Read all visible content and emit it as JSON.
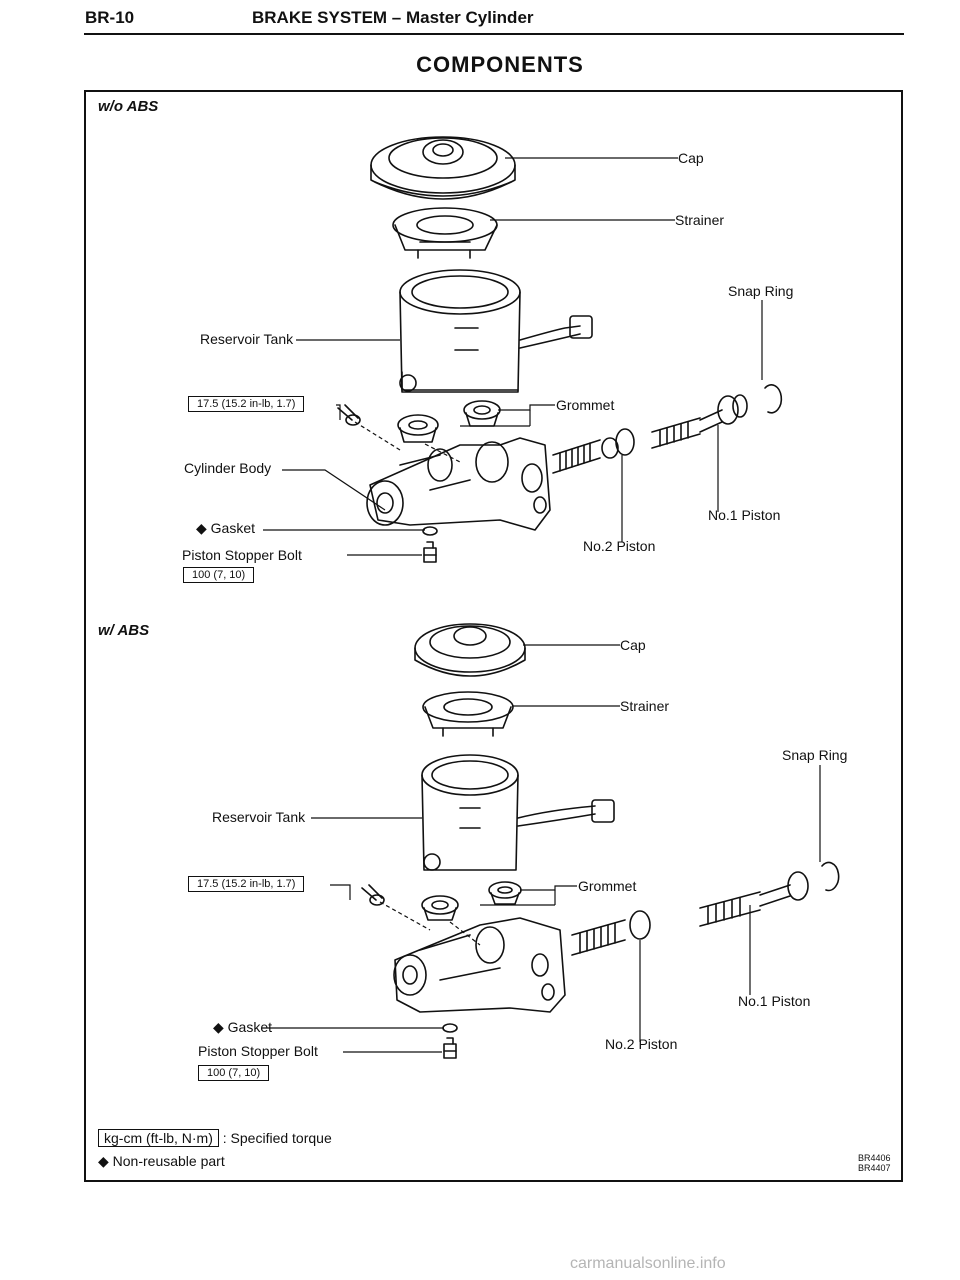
{
  "header": {
    "page_number": "BR-10",
    "section_title": "BRAKE SYSTEM – Master Cylinder"
  },
  "title": "COMPONENTS",
  "wo_abs": {
    "heading": "w/o ABS",
    "labels": {
      "cap": "Cap",
      "strainer": "Strainer",
      "reservoir_tank": "Reservoir Tank",
      "snap_ring": "Snap Ring",
      "grommet": "Grommet",
      "cylinder_body": "Cylinder Body",
      "gasket": "◆ Gasket",
      "piston_stopper_bolt": "Piston Stopper Bolt",
      "no1_piston": "No.1 Piston",
      "no2_piston": "No.2 Piston"
    },
    "torque_tank": "17.5 (15.2 in-lb, 1.7)",
    "torque_bolt": "100 (7, 10)"
  },
  "w_abs": {
    "heading": "w/ ABS",
    "labels": {
      "cap": "Cap",
      "strainer": "Strainer",
      "reservoir_tank": "Reservoir Tank",
      "snap_ring": "Snap Ring",
      "grommet": "Grommet",
      "gasket": "◆ Gasket",
      "piston_stopper_bolt": "Piston Stopper Bolt",
      "no1_piston": "No.1 Piston",
      "no2_piston": "No.2 Piston"
    },
    "torque_tank": "17.5 (15.2 in-lb, 1.7)",
    "torque_bolt": "100 (7, 10)"
  },
  "legend": {
    "torque_unit": "kg-cm (ft-lb, N·m)",
    "torque_desc": ": Specified torque",
    "nonreusable": "◆ Non-reusable part"
  },
  "figure_codes": [
    "BR4406",
    "BR4407"
  ],
  "watermark": "carmanualsonline.info"
}
